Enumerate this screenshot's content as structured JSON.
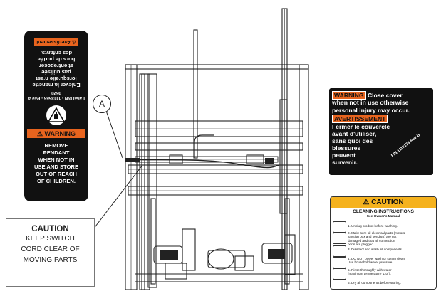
{
  "left_label": {
    "french_part_number": "Label P/N - 1118566 - Rev A 0620",
    "french_header": "Avertissement",
    "french_body": [
      "Enlever la manette",
      "lorsqu'elle n'est",
      "pas utilisée",
      "et entreposer",
      "hors de portée",
      "des enfants."
    ],
    "english_header": "WARNING",
    "english_body": [
      "REMOVE",
      "PENDANT",
      "WHEN NOT IN",
      "USE AND STORE",
      "OUT OF REACH",
      "OF CHILDREN."
    ],
    "colors": {
      "label": "#111111",
      "header": "#e8641e"
    }
  },
  "callout": {
    "letter": "A"
  },
  "right_label": {
    "warning_tag": "WARNING",
    "warning_text_1": "Close cover",
    "warning_text_2": "when not in use otherwise",
    "warning_text_3": "personal injury may occur.",
    "french_tag": "AVERTISSEMENT",
    "french_lines": [
      "Fermer le couvercle",
      "avant d'utiliser,",
      "sans quoi des",
      "blessures",
      "peuvent",
      "survenir."
    ],
    "part_number": "P/N 1117179 Rev B"
  },
  "caution_box": {
    "title": "CAUTION",
    "lines": [
      "KEEP SWITCH",
      "CORD CLEAR OF",
      "MOVING PARTS"
    ]
  },
  "cleaning_label": {
    "header": "CAUTION",
    "title": "CLEANING INSTRUCTIONS",
    "subtitle": "See Owner's Manual",
    "steps": [
      [
        "1. Unplug product before washing."
      ],
      [
        "2. Make sure all electrical parts (motors,",
        "junction box and pendant) are not",
        "damaged and that all connection",
        "ports are plugged."
      ],
      [
        "3. Disinfect and wash all components."
      ],
      [
        "4. DO NOT power wash or steam clean.",
        "Use household water pressure."
      ],
      [
        "5. Rinse thoroughly with water",
        "(maximum temperature 110°)."
      ],
      [
        "6. Dry all components before storing."
      ]
    ],
    "colors": {
      "header": "#f5b21e"
    }
  }
}
